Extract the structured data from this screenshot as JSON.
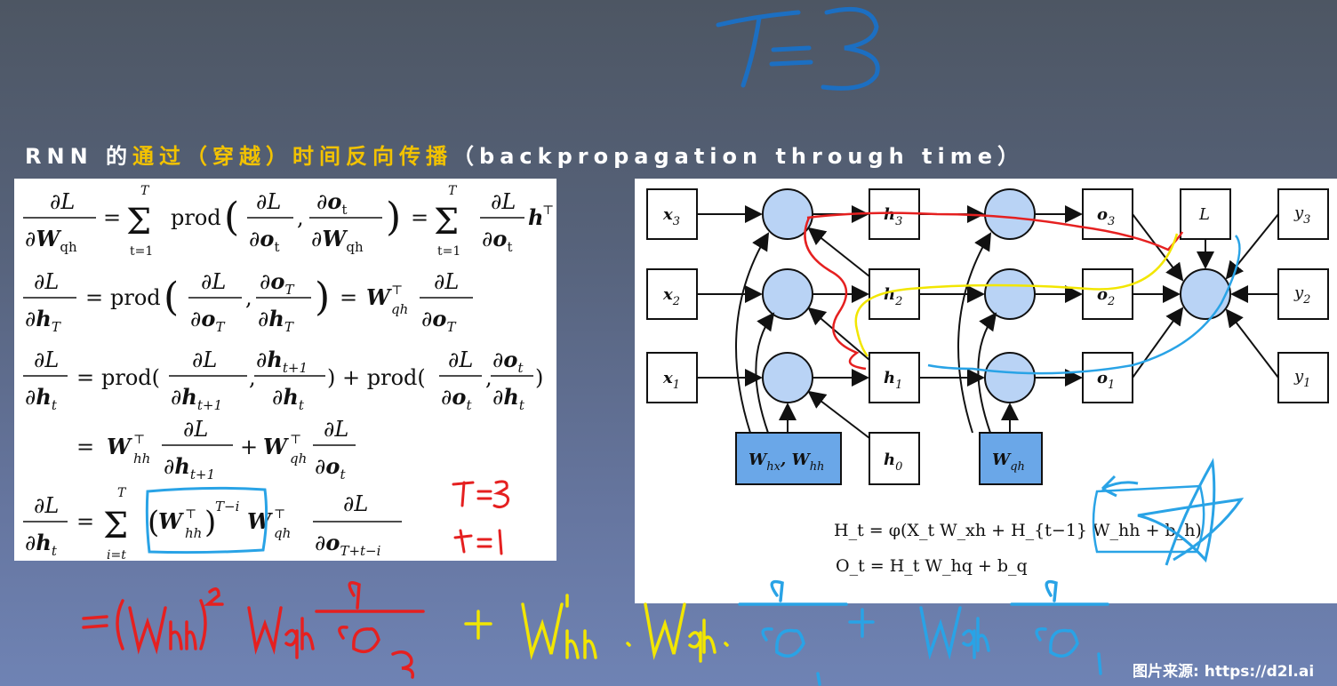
{
  "title": {
    "prefix": "RNN 的",
    "highlight": "通过（穿越）时间反向传播",
    "suffix": "（backpropagation through time）"
  },
  "handwriting": {
    "top": "T=3",
    "side_1": "T=3",
    "side_2": "t=1"
  },
  "equations": {
    "eq1": "∂L/∂W_qh = Σ_{t=1}^{T} prod(∂L/∂o_t, ∂o_t/∂W_qh) = Σ_{t=1}^{T} ∂L/∂o_t h_t^⊤",
    "eq2": "∂L/∂h_T = prod(∂L/∂o_T, ∂o_T/∂h_T) = W_qh^⊤ ∂L/∂o_T",
    "eq3": "∂L/∂h_t = prod(∂L/∂h_{t+1}, ∂h_{t+1}/∂h_t) + prod(∂L/∂o_t, ∂o_t/∂h_t)",
    "eq4": "= W_hh^⊤ ∂L/∂h_{t+1} + W_qh^⊤ ∂L/∂o_t",
    "eq5": "∂L/∂h_t = Σ_{i=t}^{T} (W_hh^⊤)^{T−i} W_qh^⊤ ∂L/∂o_{T+t−i}"
  },
  "diagram": {
    "inputs": [
      "x3",
      "x2",
      "x1"
    ],
    "hidden": [
      "h3",
      "h2",
      "h1"
    ],
    "outputs": [
      "o3",
      "o2",
      "o1"
    ],
    "labels": [
      "y3",
      "y2",
      "y1"
    ],
    "loss": "L",
    "params_hidden": "W_hx, W_hh",
    "initial": "h0",
    "params_out": "W_qh",
    "formula_1": "H_t = φ(X_t W_xh + H_{t−1} W_hh + b_h)",
    "formula_2": "O_t = H_t W_hq + b_q"
  },
  "credit": "图片来源: https://d2l.ai"
}
